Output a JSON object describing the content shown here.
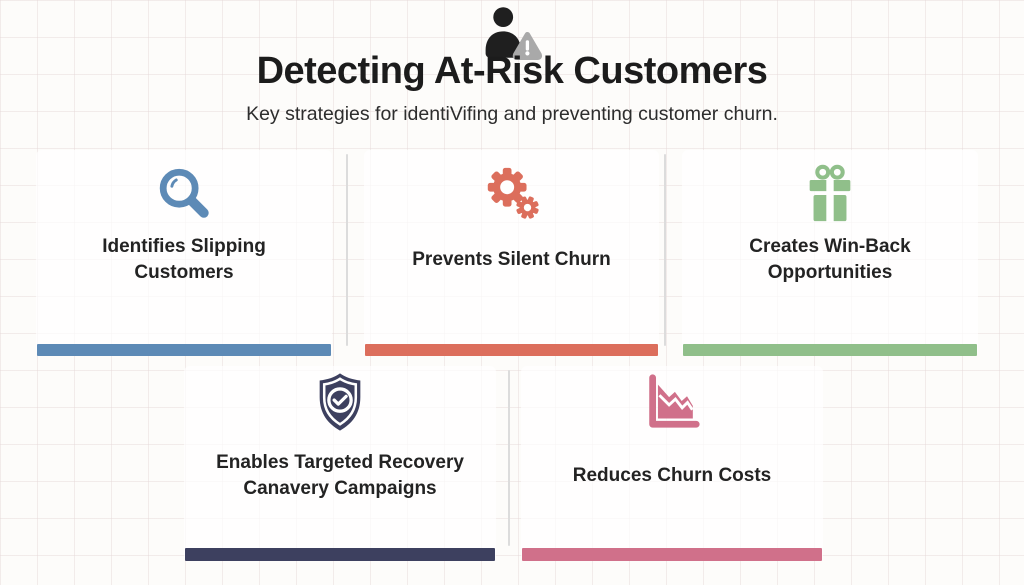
{
  "header": {
    "title": "Detecting At-Risk Customers",
    "subtitle": "Key strategies for identiVifing and preventing customer churn.",
    "icon": "user-warning-icon"
  },
  "cards": [
    {
      "label": "Identifies Slipping Customers",
      "icon": "magnifier-icon",
      "color": "#5d8ab6"
    },
    {
      "label": "Prevents Silent Churn",
      "icon": "gears-icon",
      "color": "#dc6e5c"
    },
    {
      "label": "Creates Win-Back Opportunities",
      "icon": "gift-icon",
      "color": "#90bf8a"
    },
    {
      "label": "Enables Targeted Recovery Canavery Campaigns",
      "icon": "shield-check-icon",
      "color": "#3d405f"
    },
    {
      "label": "Reduces Churn Costs",
      "icon": "declining-chart-icon",
      "color": "#d0708a"
    }
  ],
  "colors": {
    "background": "#fdfcfa",
    "grid_line": "#eee4e4",
    "title_text": "#1c1c1c",
    "subtitle_text": "#2d2d2d",
    "label_text": "#232323",
    "person_icon": "#1f1f1f",
    "warning_triangle": "#a9a9a9",
    "divider": "#dcdcdc"
  }
}
